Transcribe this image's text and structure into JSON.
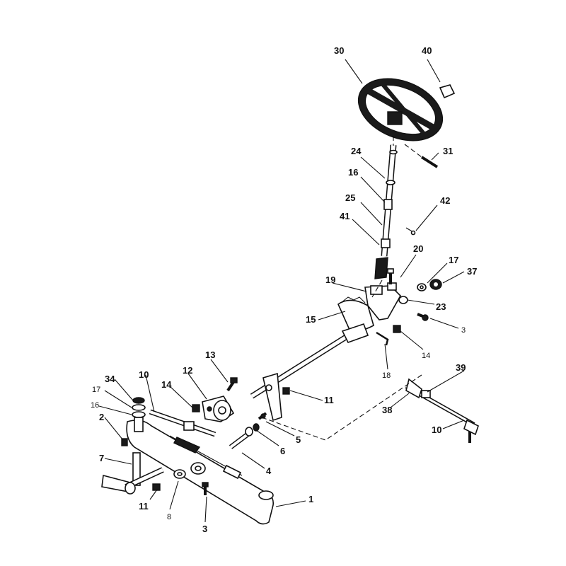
{
  "callouts": [
    {
      "id": "c30",
      "text": "30"
    },
    {
      "id": "c40",
      "text": "40"
    },
    {
      "id": "c31",
      "text": "31"
    },
    {
      "id": "c24",
      "text": "24"
    },
    {
      "id": "c16a",
      "text": "16"
    },
    {
      "id": "c42",
      "text": "42"
    },
    {
      "id": "c25",
      "text": "25"
    },
    {
      "id": "c41",
      "text": "41"
    },
    {
      "id": "c20",
      "text": "20"
    },
    {
      "id": "c17a",
      "text": "17"
    },
    {
      "id": "c37",
      "text": "37"
    },
    {
      "id": "c19",
      "text": "19"
    },
    {
      "id": "c23",
      "text": "23"
    },
    {
      "id": "c15",
      "text": "15"
    },
    {
      "id": "c3a",
      "text": "3"
    },
    {
      "id": "c14a",
      "text": "14"
    },
    {
      "id": "c18",
      "text": "18"
    },
    {
      "id": "c13",
      "text": "13"
    },
    {
      "id": "c10a",
      "text": "10"
    },
    {
      "id": "c12",
      "text": "12"
    },
    {
      "id": "c34",
      "text": "34"
    },
    {
      "id": "c14b",
      "text": "14"
    },
    {
      "id": "c17b",
      "text": "17"
    },
    {
      "id": "c16b",
      "text": "16"
    },
    {
      "id": "c11a",
      "text": "11"
    },
    {
      "id": "c39",
      "text": "39"
    },
    {
      "id": "c2",
      "text": "2"
    },
    {
      "id": "c38",
      "text": "38"
    },
    {
      "id": "c5",
      "text": "5"
    },
    {
      "id": "c6",
      "text": "6"
    },
    {
      "id": "c10b",
      "text": "10"
    },
    {
      "id": "c7",
      "text": "7"
    },
    {
      "id": "c4",
      "text": "4"
    },
    {
      "id": "c1",
      "text": "1"
    },
    {
      "id": "c11b",
      "text": "11"
    },
    {
      "id": "c8",
      "text": "8"
    },
    {
      "id": "c3b",
      "text": "3"
    }
  ]
}
